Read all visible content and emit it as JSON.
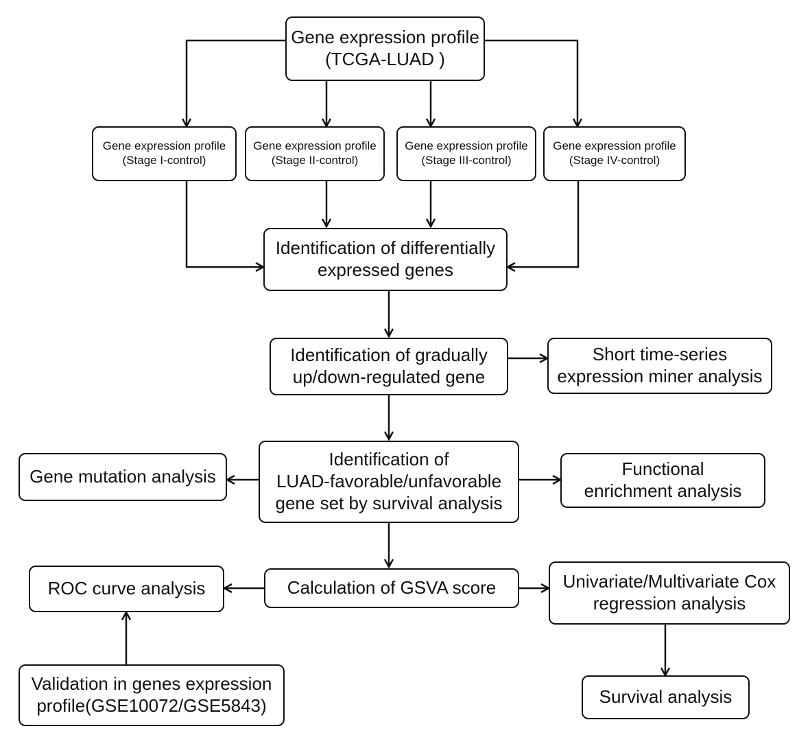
{
  "nodes": {
    "tcga": {
      "lines": [
        "Gene expression profile",
        "(TCGA-LUAD )"
      ]
    },
    "stage1": {
      "lines": [
        "Gene expression profile",
        "(Stage I-control)"
      ]
    },
    "stage2": {
      "lines": [
        "Gene expression profile",
        "(Stage II-control)"
      ]
    },
    "stage3": {
      "lines": [
        "Gene expression profile",
        "(Stage III-control)"
      ]
    },
    "stage4": {
      "lines": [
        "Gene expression profile",
        "(Stage IV-control)"
      ]
    },
    "deg": {
      "lines": [
        "Identification of differentially",
        "expressed genes"
      ]
    },
    "gradual": {
      "lines": [
        "Identification of gradually",
        "up/down-regulated gene"
      ]
    },
    "stem": {
      "lines": [
        "Short time-series",
        "expression miner analysis"
      ]
    },
    "survset": {
      "lines": [
        "Identification of",
        "LUAD-favorable/unfavorable",
        "gene set by survival analysis"
      ]
    },
    "mutation": {
      "lines": [
        "Gene mutation analysis"
      ]
    },
    "enrichment": {
      "lines": [
        "Functional",
        "enrichment analysis"
      ]
    },
    "gsva": {
      "lines": [
        "Calculation of GSVA  score"
      ]
    },
    "roc": {
      "lines": [
        "ROC curve analysis"
      ]
    },
    "cox": {
      "lines": [
        "Univariate/Multivariate Cox",
        "regression analysis"
      ]
    },
    "validation": {
      "lines": [
        "Validation in genes expression",
        "profile(GSE10072/GSE5843)"
      ]
    },
    "survival": {
      "lines": [
        "Survival analysis"
      ]
    }
  },
  "edges": [
    [
      "tcga",
      "stage1"
    ],
    [
      "tcga",
      "stage2"
    ],
    [
      "tcga",
      "stage3"
    ],
    [
      "tcga",
      "stage4"
    ],
    [
      "stage1",
      "deg"
    ],
    [
      "stage2",
      "deg"
    ],
    [
      "stage3",
      "deg"
    ],
    [
      "stage4",
      "deg"
    ],
    [
      "deg",
      "gradual"
    ],
    [
      "gradual",
      "stem"
    ],
    [
      "gradual",
      "survset"
    ],
    [
      "survset",
      "mutation"
    ],
    [
      "survset",
      "enrichment"
    ],
    [
      "survset",
      "gsva"
    ],
    [
      "gsva",
      "roc"
    ],
    [
      "gsva",
      "cox"
    ],
    [
      "validation",
      "roc"
    ],
    [
      "cox",
      "survival"
    ]
  ],
  "colors": {
    "line": "#111111",
    "background": "#ffffff"
  }
}
